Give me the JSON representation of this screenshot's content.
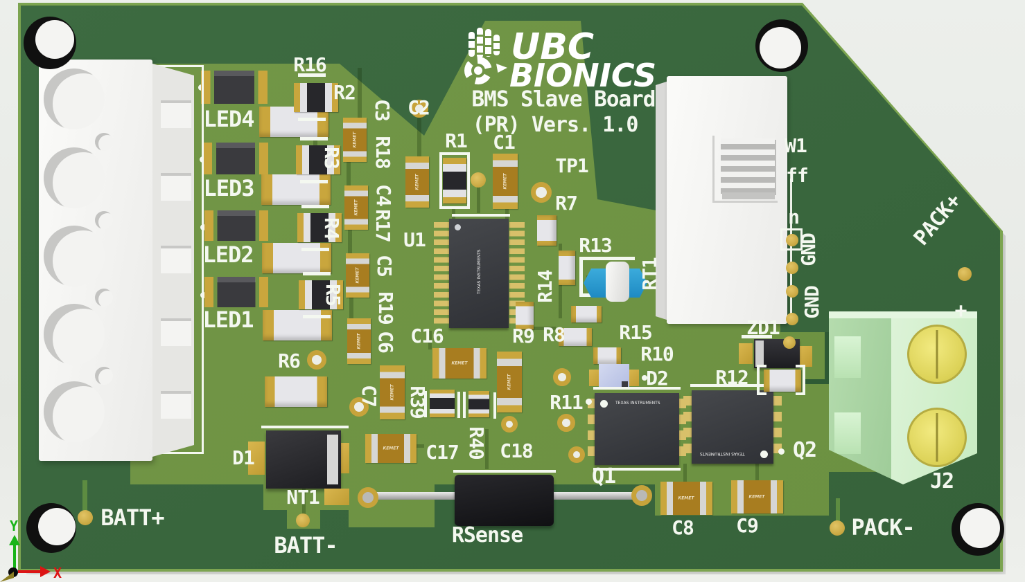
{
  "viewer": {
    "name": "pcb-3d-viewport",
    "background": "#ebedea"
  },
  "axis": {
    "x_label": "X",
    "y_label": "Y",
    "x_color": "#dc1414",
    "y_color": "#18b418"
  },
  "brand": {
    "name_top": "UBC",
    "name_bottom": "BIONICS",
    "board_title": "BMS Slave Board",
    "board_version": "(PR) Vers. 1.0"
  },
  "markings": {
    "kemet": "KEMET",
    "ti": "TEXAS INSTRUMENTS"
  },
  "board": {
    "colors": {
      "pour_light": "#6f9343",
      "frame_dark": "#3a673e",
      "edge": "#7ca450",
      "silkscreen": "#f4f8f0",
      "pad_gold": "#c7a33b",
      "thermistor_blue": "#2d9fd8",
      "terminal_green": "#c9e9c4",
      "screw_yellow": "#e8de67"
    }
  },
  "silk": {
    "led1": "LED1",
    "led2": "LED2",
    "led3": "LED3",
    "led4": "LED4",
    "r1": "R1",
    "r2": "R2",
    "r3": "R3",
    "r4": "R4",
    "r5": "R5",
    "r6": "R6",
    "r7": "R7",
    "r8": "R8",
    "r9": "R9",
    "r10": "R10",
    "r11": "R11",
    "r12": "R12",
    "r13": "R13",
    "r14": "R14",
    "r15": "R15",
    "r16": "R16",
    "r17": "R17",
    "r18": "R18",
    "r19": "R19",
    "r39": "R39",
    "r40": "R40",
    "c1": "C1",
    "c2": "C2",
    "c3": "C3",
    "c4": "C4",
    "c5": "C5",
    "c6": "C6",
    "c7": "C7",
    "c8": "C8",
    "c9": "C9",
    "c16": "C16",
    "c17": "C17",
    "c18": "C18",
    "u1": "U1",
    "tp1": "TP1",
    "rt1": "RT1",
    "d1": "D1",
    "d2": "D2",
    "zd1": "ZD1",
    "q1": "Q1",
    "q2": "Q2",
    "nt1": "NT1",
    "j2": "J2",
    "sw1_partial": "W1",
    "off_partial": "ff",
    "on_partial": "n",
    "gnd_a": "GND",
    "gnd_b": "GND",
    "rsense": "RSense",
    "batt_plus": "BATT+",
    "batt_minus": "BATT-",
    "pack_plus": "PACK+",
    "pack_minus": "PACK-",
    "plus_mark": "+"
  }
}
